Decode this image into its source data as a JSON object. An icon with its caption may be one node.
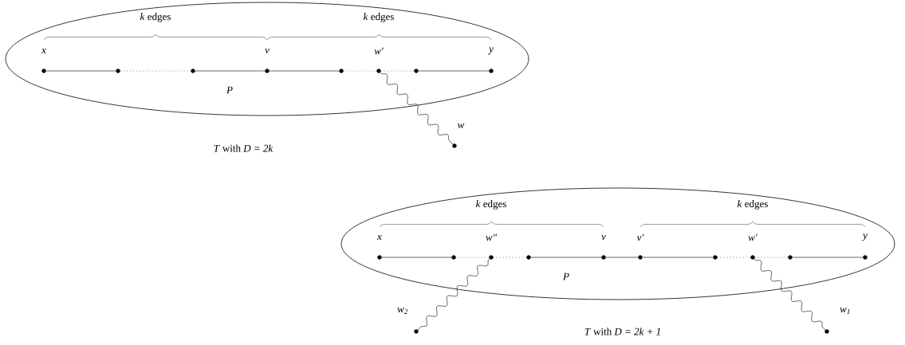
{
  "diagram": {
    "nodes": [
      {
        "text": [],
        "shape": "ellipse"
      },
      {
        "text": [],
        "shape": "circle",
        "in": 0,
        "beside": [
          "x"
        ]
      },
      {
        "text": [],
        "shape": "circle",
        "in": 0
      },
      {
        "text": [],
        "shape": "circle",
        "in": 0
      },
      {
        "text": [],
        "shape": "circle",
        "in": 0,
        "beside": [
          "v"
        ]
      },
      {
        "text": [],
        "shape": "circle",
        "in": 0
      },
      {
        "text": [],
        "shape": "circle",
        "in": 0,
        "beside": [
          "w′"
        ]
      },
      {
        "text": [],
        "shape": "circle",
        "in": 0
      },
      {
        "text": [],
        "shape": "circle",
        "in": 0,
        "beside": [
          "y"
        ]
      },
      {
        "text": [],
        "shape": "circle",
        "beside": [
          "w"
        ]
      },
      {
        "text": [],
        "shape": "ellipse"
      },
      {
        "text": [],
        "shape": "circle",
        "in": 10,
        "beside": [
          "x"
        ]
      },
      {
        "text": [],
        "shape": "circle",
        "in": 10
      },
      {
        "text": [],
        "shape": "circle",
        "in": 10,
        "beside": [
          "w″"
        ]
      },
      {
        "text": [],
        "shape": "circle",
        "in": 10
      },
      {
        "text": [],
        "shape": "circle",
        "in": 10,
        "beside": [
          "v"
        ]
      },
      {
        "text": [],
        "shape": "circle",
        "in": 10,
        "beside": [
          "v′"
        ]
      },
      {
        "text": [],
        "shape": "circle",
        "in": 10
      },
      {
        "text": [],
        "shape": "circle",
        "in": 10,
        "beside": [
          "w′"
        ]
      },
      {
        "text": [],
        "shape": "circle",
        "in": 10
      },
      {
        "text": [],
        "shape": "circle",
        "in": 10,
        "beside": [
          "y"
        ]
      },
      {
        "text": [],
        "shape": "circle",
        "beside": [
          "*w*$_{2}$"
        ]
      },
      {
        "text": [],
        "shape": "circle",
        "beside": [
          "*w*$_{1}$"
        ]
      }
    ],
    "edges": [
      {
        "from": 1,
        "to": 2,
        "arrow": "none"
      },
      {
        "from": 2,
        "to": 3,
        "arrow": "none",
        "style": "dashed"
      },
      {
        "from": 3,
        "to": 4,
        "arrow": "none"
      },
      {
        "from": 4,
        "to": 5,
        "arrow": "none"
      },
      {
        "from": 5,
        "to": 6,
        "arrow": "none",
        "style": "dashed"
      },
      {
        "from": 6,
        "to": 7,
        "arrow": "none",
        "style": "dashed"
      },
      {
        "from": 7,
        "to": 8,
        "arrow": "none"
      },
      {
        "from": 6,
        "to": 9,
        "arrow": "none"
      },
      {
        "from": 11,
        "to": 12,
        "arrow": "none"
      },
      {
        "from": 12,
        "to": 13,
        "arrow": "none",
        "style": "dashed"
      },
      {
        "from": 13,
        "to": 14,
        "arrow": "none",
        "style": "dashed"
      },
      {
        "from": 14,
        "to": 15,
        "arrow": "none"
      },
      {
        "from": 15,
        "to": 16,
        "arrow": "none"
      },
      {
        "from": 16,
        "to": 17,
        "arrow": "none"
      },
      {
        "from": 17,
        "to": 18,
        "arrow": "none",
        "style": "dashed"
      },
      {
        "from": 18,
        "to": 19,
        "arrow": "none",
        "style": "dashed"
      },
      {
        "from": 19,
        "to": 20,
        "arrow": "none"
      },
      {
        "from": 13,
        "to": 21,
        "arrow": "none"
      },
      {
        "from": 18,
        "to": 22,
        "arrow": "none"
      }
    ],
    "labels": [
      "*k* edges",
      "*k* edges",
      "P",
      "*T* with *D = 2k*",
      "*k* edges",
      "*k* edges",
      "P",
      "*T* with *D = 2k + 1*"
    ]
  }
}
